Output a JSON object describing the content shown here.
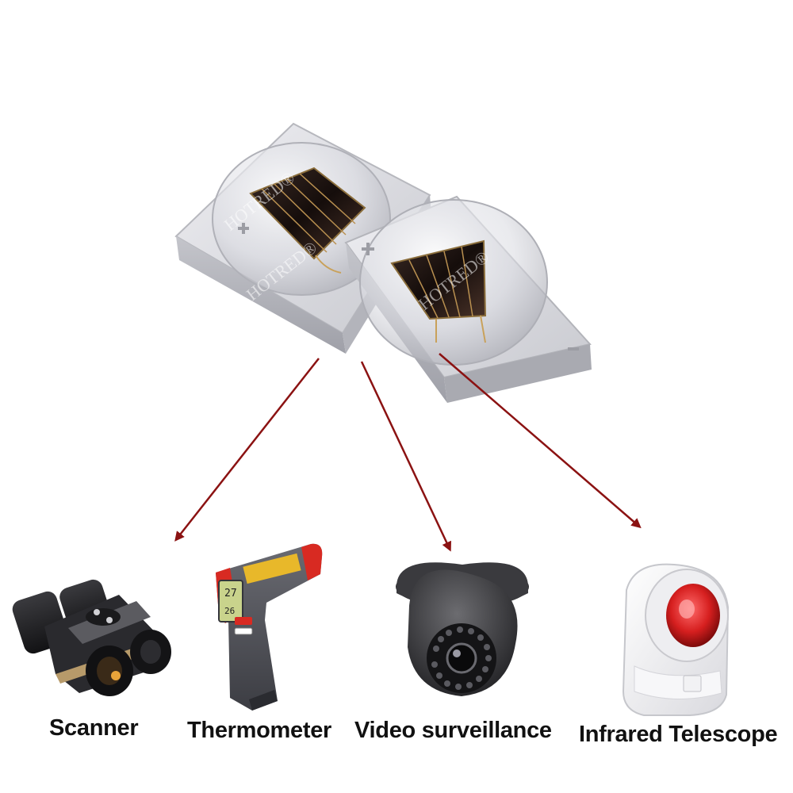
{
  "watermark": "HOTRED®",
  "thermometer_readout": [
    "27",
    "26"
  ],
  "labels": {
    "scanner": "Scanner",
    "thermometer": "Thermometer",
    "video": "Video surveillance",
    "telescope": "Infrared Telescope"
  },
  "colors": {
    "arrow": "#8b1212",
    "text": "#111111"
  }
}
